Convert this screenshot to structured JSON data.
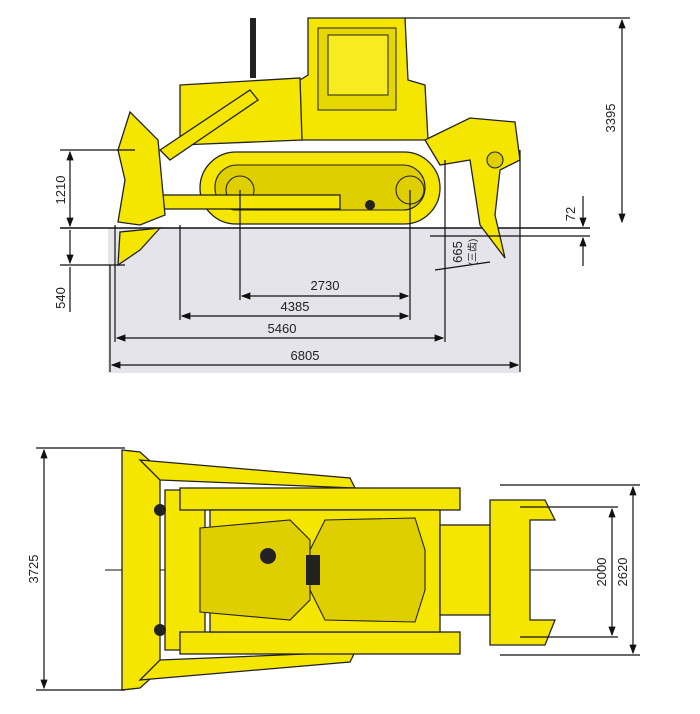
{
  "side_view": {
    "dims": {
      "height_total": "3395",
      "blade_height": "1210",
      "blade_depth": "540",
      "ground_clearance": "72",
      "ripper_depth": "665",
      "ripper_note": "(三齿)",
      "track_ground_length": "2730",
      "track_length": "4385",
      "length_no_ripper": "5460",
      "length_total": "6805"
    }
  },
  "top_view": {
    "dims": {
      "blade_width": "3725",
      "ripper_inner_width": "2000",
      "ripper_outer_width": "2620"
    }
  },
  "colors": {
    "machine": "#f5e600",
    "ground": "#e4e4ea"
  }
}
